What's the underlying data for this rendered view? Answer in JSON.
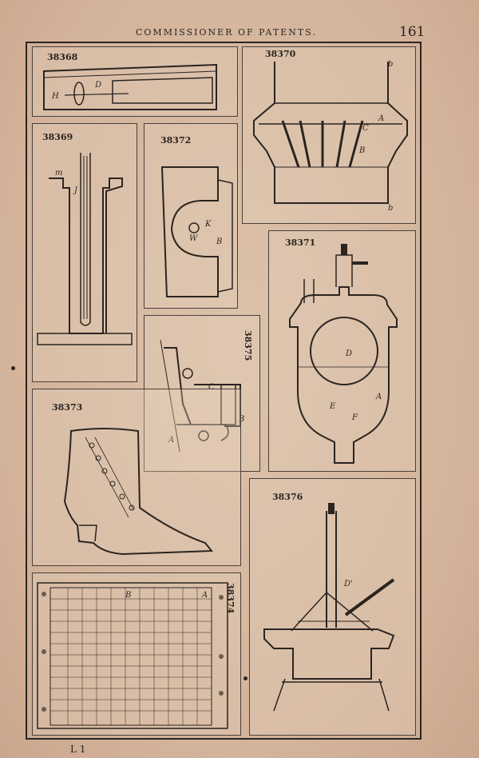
{
  "header": {
    "title": "COMMISSIONER OF PATENTS.",
    "page_number": "161"
  },
  "footer": {
    "signature_mark": "L 1"
  },
  "figures": [
    {
      "number": "38368",
      "labels": [
        "D",
        "H"
      ]
    },
    {
      "number": "38370",
      "labels": [
        "b",
        "A",
        "C",
        "B",
        "b"
      ]
    },
    {
      "number": "38369",
      "labels": [
        "m",
        "J"
      ]
    },
    {
      "number": "38372",
      "labels": [
        "K",
        "W",
        "B"
      ]
    },
    {
      "number": "38371",
      "labels": [
        "D",
        "A",
        "E",
        "F"
      ]
    },
    {
      "number": "38375",
      "labels": [
        "C",
        "B",
        "A"
      ]
    },
    {
      "number": "38373",
      "labels": []
    },
    {
      "number": "38376",
      "labels": [
        "D'"
      ]
    },
    {
      "number": "38374",
      "labels": [
        "A",
        "B"
      ]
    }
  ]
}
